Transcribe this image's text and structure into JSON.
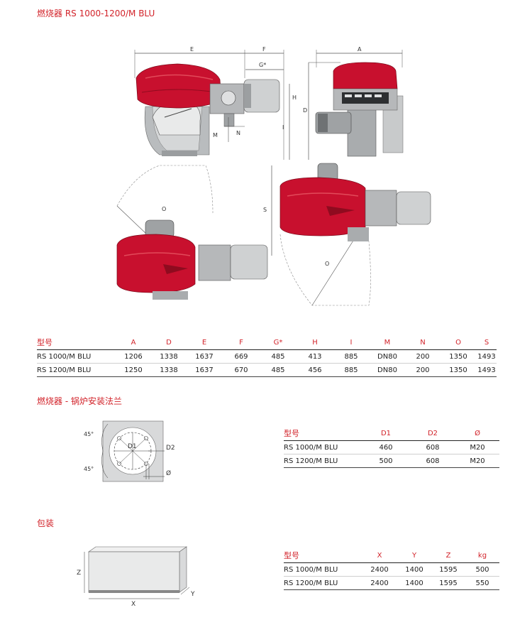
{
  "main_title": "燃烧器 RS 1000-1200/M BLU",
  "dimension_labels": {
    "A": "A",
    "D": "D",
    "E": "E",
    "F": "F",
    "G": "G*",
    "H": "H",
    "I": "I",
    "M": "M",
    "N": "N",
    "O": "O",
    "S": "S"
  },
  "dimensions_table": {
    "headers": [
      "型号",
      "A",
      "D",
      "E",
      "F",
      "G*",
      "H",
      "I",
      "M",
      "N",
      "O",
      "S"
    ],
    "rows": [
      [
        "RS 1000/M BLU",
        "1206",
        "1338",
        "1637",
        "669",
        "485",
        "413",
        "885",
        "DN80",
        "200",
        "1350",
        "1493"
      ],
      [
        "RS 1200/M BLU",
        "1250",
        "1338",
        "1637",
        "670",
        "485",
        "456",
        "885",
        "DN80",
        "200",
        "1350",
        "1493"
      ]
    ]
  },
  "flange_section": {
    "title": "燃烧器 - 锅炉安装法兰",
    "labels": {
      "angle_top": "45°",
      "angle_bottom": "45°",
      "d1": "D1",
      "d2": "D2",
      "phi": "Ø"
    },
    "table": {
      "headers": [
        "型号",
        "D1",
        "D2",
        "Ø"
      ],
      "rows": [
        [
          "RS 1000/M BLU",
          "460",
          "608",
          "M20"
        ],
        [
          "RS 1200/M BLU",
          "500",
          "608",
          "M20"
        ]
      ]
    }
  },
  "packaging_section": {
    "title": "包装",
    "labels": {
      "x": "X",
      "y": "Y",
      "z": "Z"
    },
    "table": {
      "headers": [
        "型号",
        "X",
        "Y",
        "Z",
        "kg"
      ],
      "rows": [
        [
          "RS 1000/M BLU",
          "2400",
          "1400",
          "1595",
          "500"
        ],
        [
          "RS 1200/M BLU",
          "2400",
          "1400",
          "1595",
          "550"
        ]
      ]
    }
  },
  "colors": {
    "accent": "#d2232a",
    "burner_red": "#c8102e",
    "body_grey": "#a9acae"
  }
}
